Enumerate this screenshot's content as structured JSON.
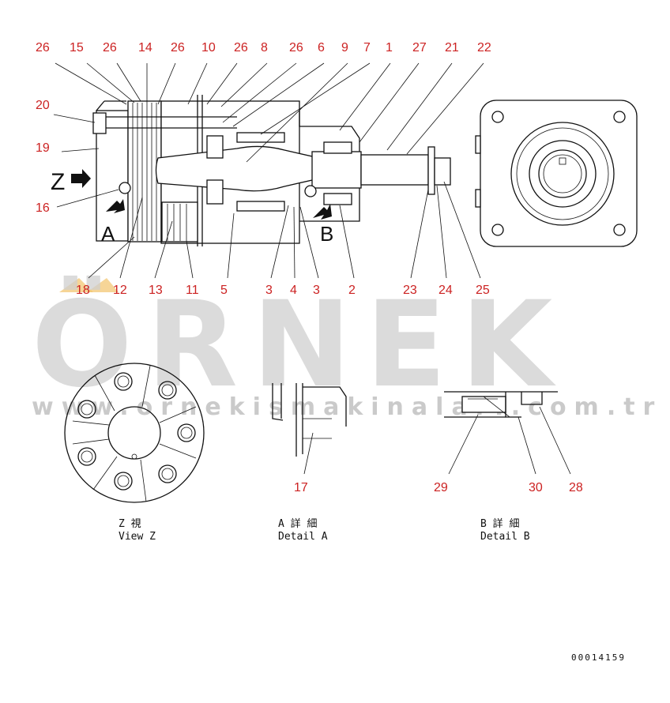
{
  "callouts_top": [
    "26",
    "15",
    "26",
    "14",
    "26",
    "10",
    "26",
    "8",
    "26",
    "6",
    "9",
    "7",
    "1",
    "27",
    "21",
    "22"
  ],
  "callouts_left": [
    "20",
    "19",
    "16"
  ],
  "callouts_bottom": [
    "18",
    "12",
    "13",
    "11",
    "5",
    "3",
    "4",
    "3",
    "2",
    "23",
    "24",
    "25"
  ],
  "callouts_details": [
    "17",
    "29",
    "30",
    "28"
  ],
  "view_letters": {
    "z": "Z",
    "a": "A",
    "b": "B"
  },
  "captions": {
    "view_z_jp": "Z 視",
    "view_z_en": "View Z",
    "detail_a_jp": "A 詳 細",
    "detail_a_en": "Detail A",
    "detail_b_jp": "B 詳 細",
    "detail_b_en": "Detail B"
  },
  "drawing_code": "00014159",
  "watermark": {
    "brand": "ÖRNEK",
    "url": "www.ornekismakinalari.com.tr"
  },
  "colors": {
    "callout": "#cc2222",
    "line": "#111111",
    "watermark": "#cfcfcf",
    "accent": "#f2c36b"
  }
}
